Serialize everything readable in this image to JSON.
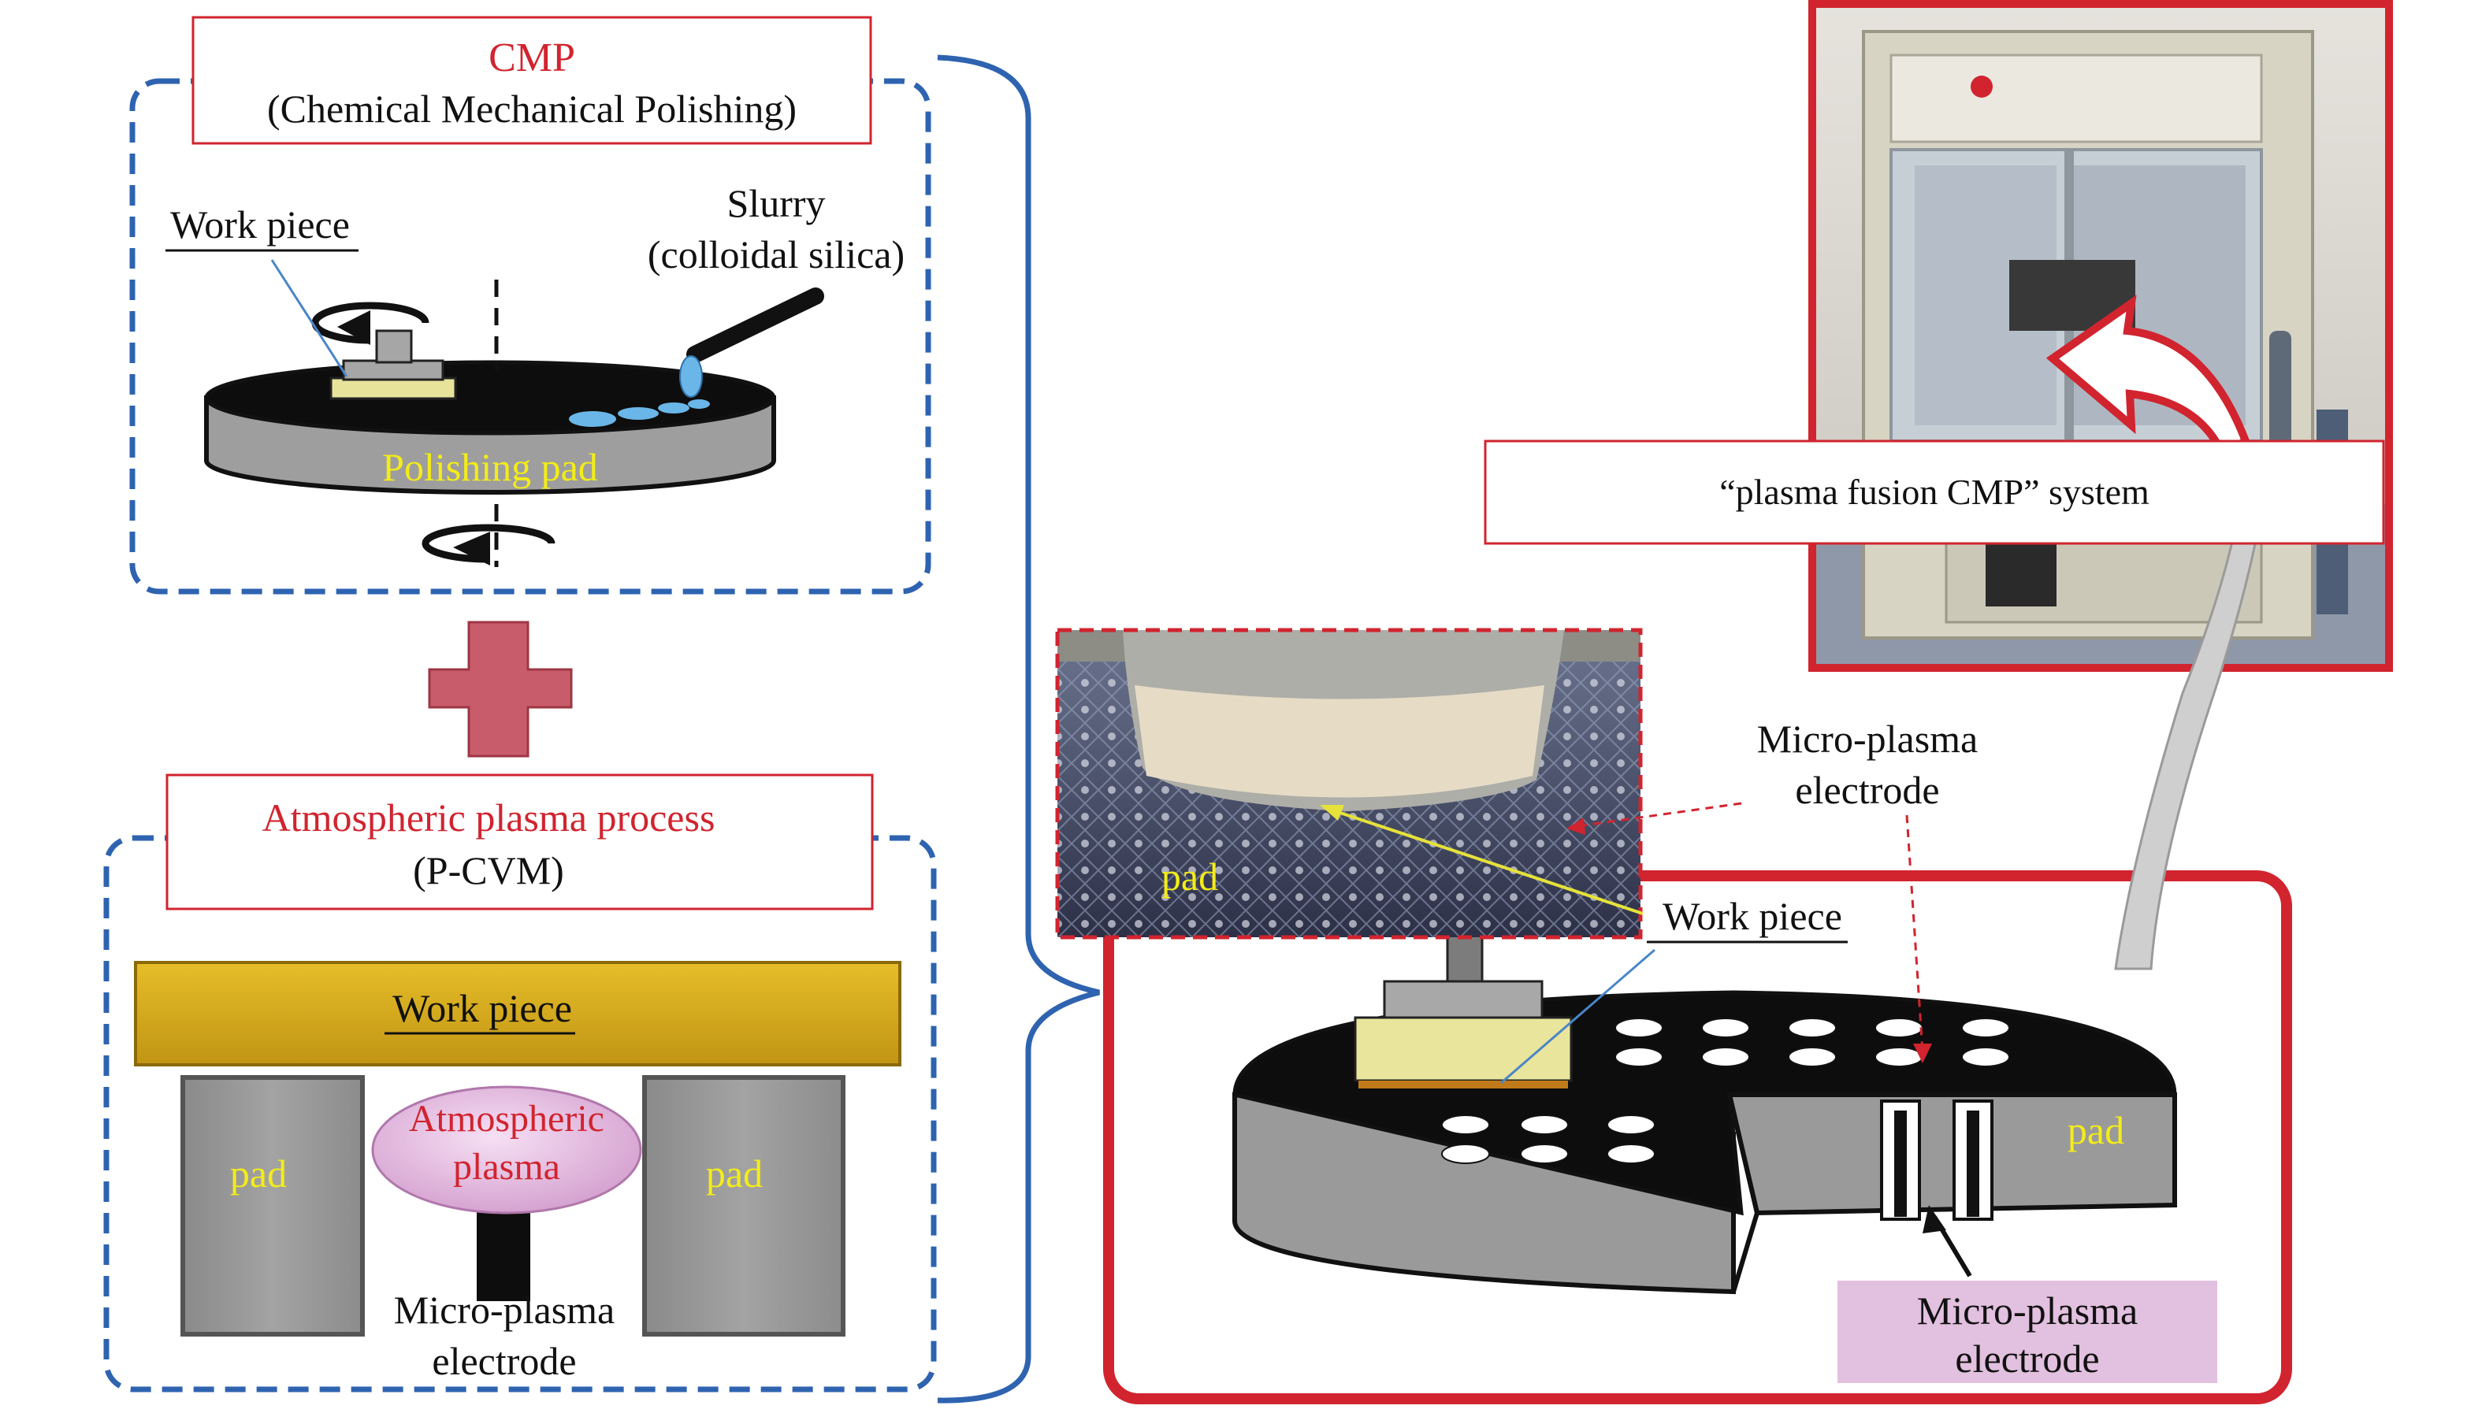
{
  "cmp": {
    "title": "CMP",
    "subtitle": "(Chemical Mechanical Polishing)",
    "work_piece": "Work piece",
    "slurry": "Slurry",
    "slurry_detail": "(colloidal silica)",
    "polishing_pad": "Polishing pad"
  },
  "plasma_process": {
    "title": "Atmospheric plasma process",
    "subtitle": "(P-CVM)",
    "work_piece": "Work piece",
    "pad_left": "pad",
    "pad_right": "pad",
    "plasma_line1": "Atmospheric",
    "plasma_line2": "plasma",
    "electrode_line1": "Micro-plasma",
    "electrode_line2": "electrode"
  },
  "fusion": {
    "photo_pad": "pad",
    "micro_plasma_line1": "Micro-plasma",
    "micro_plasma_line2": "electrode",
    "work_piece": "Work piece",
    "pad": "pad",
    "electrode_line1": "Micro-plasma",
    "electrode_line2": "electrode"
  },
  "system": {
    "label": "“plasma fusion CMP” system"
  },
  "colors": {
    "red": "#d1242f",
    "blue": "#2e63b0",
    "yellow_text": "#f3ec19",
    "gold": "#d8ad1c",
    "lavender": "#e2c0df",
    "gray": "#999999",
    "black": "#0d0d0d"
  }
}
